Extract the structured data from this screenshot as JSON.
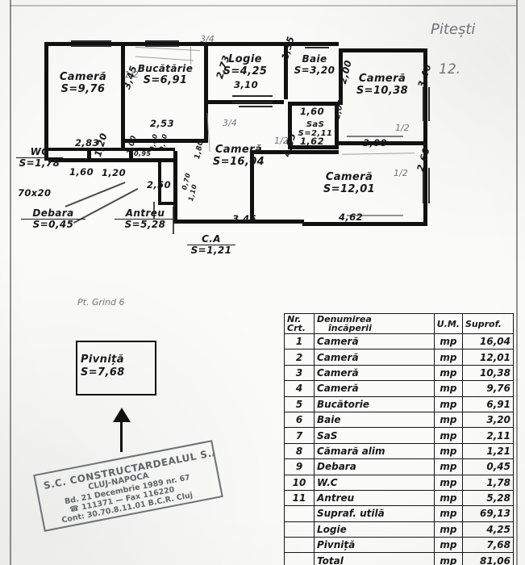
{
  "document": {
    "kind": "architectural-floor-plan-scan",
    "annotations": {
      "top_right_city": "Pitești",
      "top_right_number": "12.",
      "near_pivnita": "Pt. Grind 6"
    }
  },
  "floorplan": {
    "rooms": [
      {
        "name": "Cameră",
        "area": "S=9,76"
      },
      {
        "name": "Bucătărie",
        "area": "S=6,91"
      },
      {
        "name": "Logie",
        "area": "S=4,25"
      },
      {
        "name": "Baie",
        "area": "S=3,20"
      },
      {
        "name": "Cameră",
        "area": "S=10,38"
      },
      {
        "name": "Cameră",
        "area": "S=16,04"
      },
      {
        "name": "Cameră",
        "area": "S=12,01"
      },
      {
        "name": "SaS",
        "area": "S=2,11"
      },
      {
        "name": "WC",
        "area": "S=1,78"
      },
      {
        "name": "Debara",
        "area": "S=0,45"
      },
      {
        "name": "Antreu",
        "area": "S=5,28"
      },
      {
        "name": "C.A",
        "area": "S=1,21"
      }
    ],
    "dimensions": {
      "camera976_bottom": "2,83",
      "camera976_right": "3,45",
      "bucatarie_bottom": "2,53",
      "bucatarie_right": "2,73",
      "logie_bottom": "3,10",
      "logie_right": "1,35",
      "baie_right": "2,00",
      "sas_top": "1,60",
      "sas_bottom": "1,62",
      "sas_right": "2,00",
      "camera1038_right": "3,46",
      "camera1038_bottom": "3,00",
      "camera1604_bottom": "3,45",
      "camera1604_right": "4,65",
      "camera1201_bottom": "4,62",
      "camera1201_right": "2,60",
      "wc_bottom": "1,60",
      "wc_right": "1,20",
      "debara_width": "1,20",
      "antreu_left": "1,80",
      "antreu_dim": "2,50",
      "opening_70x20": "70x20",
      "small_095": "0,95",
      "small_100": "1,00",
      "small_080": "0,80",
      "small_070": "0,70",
      "small_110": "1,10",
      "mid_180": "1,80"
    }
  },
  "pivnita": {
    "name": "Pivniță",
    "area": "S=7,68"
  },
  "table": {
    "headers": {
      "nr": "Nr.",
      "nr2": "Crt.",
      "name": "Denumirea",
      "name2": "încăperii",
      "um": "U.M.",
      "area": "Suprof."
    },
    "rows": [
      {
        "nr": "1",
        "name": "Cameră",
        "um": "mp",
        "area": "16,04"
      },
      {
        "nr": "2",
        "name": "Cameră",
        "um": "mp",
        "area": "12,01"
      },
      {
        "nr": "3",
        "name": "Cameră",
        "um": "mp",
        "area": "10,38"
      },
      {
        "nr": "4",
        "name": "Cameră",
        "um": "mp",
        "area": "9,76"
      },
      {
        "nr": "5",
        "name": "Bucătorie",
        "um": "mp",
        "area": "6,91"
      },
      {
        "nr": "6",
        "name": "Baie",
        "um": "mp",
        "area": "3,20"
      },
      {
        "nr": "7",
        "name": "SaS",
        "um": "mp",
        "area": "2,11"
      },
      {
        "nr": "8",
        "name": "Cămară alim",
        "um": "mp",
        "area": "1,21"
      },
      {
        "nr": "9",
        "name": "Debara",
        "um": "mp",
        "area": "0,45"
      },
      {
        "nr": "10",
        "name": "W.C",
        "um": "mp",
        "area": "1,78"
      },
      {
        "nr": "11",
        "name": "Antreu",
        "um": "mp",
        "area": "5,28"
      }
    ],
    "totals": [
      {
        "nr": "",
        "name": "Supraf. utilă",
        "um": "mp",
        "area": "69,13"
      },
      {
        "nr": "",
        "name": "Logie",
        "um": "mp",
        "area": "4,25"
      },
      {
        "nr": "",
        "name": "Pivniță",
        "um": "mp",
        "area": "7,68"
      },
      {
        "nr": "",
        "name": "Total",
        "um": "mp",
        "area": "81,06"
      }
    ]
  },
  "stamp": {
    "line1": "S.C. CONSTRUCTARDEALUL S.A.",
    "line2": "CLUJ-NAPOCA",
    "line3": "Bd. 21 Decembrie 1989 nr. 67",
    "line4": "☎ 111371 — Fax 116220",
    "line5": "Cont: 30.70.8.11.01 B.C.R. Cluj"
  }
}
